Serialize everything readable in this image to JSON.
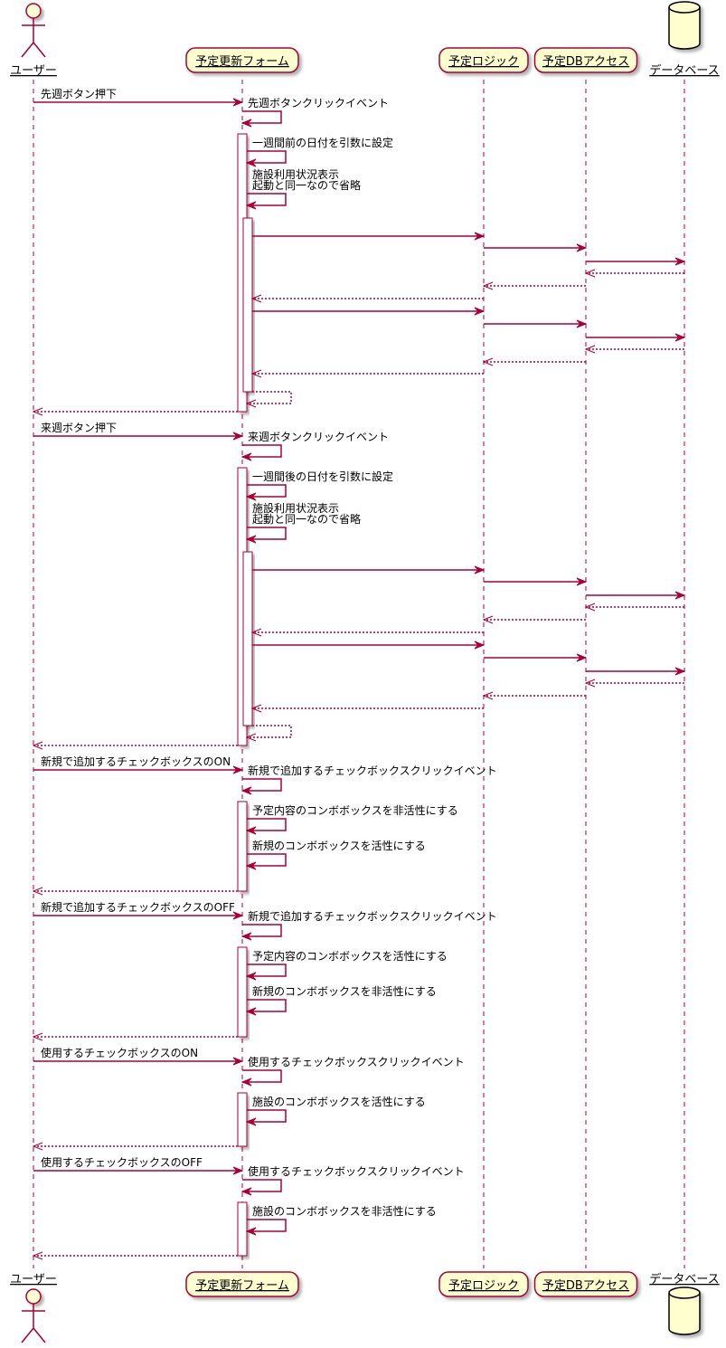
{
  "participants": [
    {
      "id": "user",
      "label": "ユーザー",
      "kind": "actor"
    },
    {
      "id": "form",
      "label": "予定更新フォーム",
      "kind": "participant"
    },
    {
      "id": "logic",
      "label": "予定ロジック",
      "kind": "participant"
    },
    {
      "id": "dba",
      "label": "予定DBアクセス",
      "kind": "participant"
    },
    {
      "id": "db",
      "label": "データベース",
      "kind": "database"
    }
  ],
  "messages": [
    {
      "from": "user",
      "to": "form",
      "label": "先週ボタン押下",
      "style": "sync"
    },
    {
      "from": "form",
      "to": "form",
      "label": "先週ボタンクリックイベント",
      "style": "sync"
    },
    {
      "from": "form",
      "to": "form",
      "label": "一週間前の日付を引数に設定",
      "style": "sync"
    },
    {
      "from": "form",
      "to": "form",
      "label": "施設利用状況表示\n起動と同一なので省略",
      "style": "sync"
    },
    {
      "from": "form",
      "to": "logic",
      "label": "",
      "style": "sync"
    },
    {
      "from": "logic",
      "to": "dba",
      "label": "",
      "style": "sync"
    },
    {
      "from": "dba",
      "to": "db",
      "label": "",
      "style": "sync"
    },
    {
      "from": "db",
      "to": "dba",
      "label": "",
      "style": "return"
    },
    {
      "from": "dba",
      "to": "logic",
      "label": "",
      "style": "return"
    },
    {
      "from": "logic",
      "to": "form",
      "label": "",
      "style": "return"
    },
    {
      "from": "form",
      "to": "logic",
      "label": "",
      "style": "sync"
    },
    {
      "from": "logic",
      "to": "dba",
      "label": "",
      "style": "sync"
    },
    {
      "from": "dba",
      "to": "db",
      "label": "",
      "style": "sync"
    },
    {
      "from": "db",
      "to": "dba",
      "label": "",
      "style": "return"
    },
    {
      "from": "dba",
      "to": "logic",
      "label": "",
      "style": "return"
    },
    {
      "from": "logic",
      "to": "form",
      "label": "",
      "style": "return"
    },
    {
      "from": "form",
      "to": "form",
      "label": "",
      "style": "return"
    },
    {
      "from": "form",
      "to": "user",
      "label": "",
      "style": "return"
    },
    {
      "from": "user",
      "to": "form",
      "label": "来週ボタン押下",
      "style": "sync"
    },
    {
      "from": "form",
      "to": "form",
      "label": "来週ボタンクリックイベント",
      "style": "sync"
    },
    {
      "from": "form",
      "to": "form",
      "label": "一週間後の日付を引数に設定",
      "style": "sync"
    },
    {
      "from": "form",
      "to": "form",
      "label": "施設利用状況表示\n起動と同一なので省略",
      "style": "sync"
    },
    {
      "from": "form",
      "to": "logic",
      "label": "",
      "style": "sync"
    },
    {
      "from": "logic",
      "to": "dba",
      "label": "",
      "style": "sync"
    },
    {
      "from": "dba",
      "to": "db",
      "label": "",
      "style": "sync"
    },
    {
      "from": "db",
      "to": "dba",
      "label": "",
      "style": "return"
    },
    {
      "from": "dba",
      "to": "logic",
      "label": "",
      "style": "return"
    },
    {
      "from": "logic",
      "to": "form",
      "label": "",
      "style": "return"
    },
    {
      "from": "form",
      "to": "logic",
      "label": "",
      "style": "sync"
    },
    {
      "from": "logic",
      "to": "dba",
      "label": "",
      "style": "sync"
    },
    {
      "from": "dba",
      "to": "db",
      "label": "",
      "style": "sync"
    },
    {
      "from": "db",
      "to": "dba",
      "label": "",
      "style": "return"
    },
    {
      "from": "dba",
      "to": "logic",
      "label": "",
      "style": "return"
    },
    {
      "from": "logic",
      "to": "form",
      "label": "",
      "style": "return"
    },
    {
      "from": "form",
      "to": "form",
      "label": "",
      "style": "return"
    },
    {
      "from": "form",
      "to": "user",
      "label": "",
      "style": "return"
    },
    {
      "from": "user",
      "to": "form",
      "label": "新規で追加するチェックボックスのON",
      "style": "sync"
    },
    {
      "from": "form",
      "to": "form",
      "label": "新規で追加するチェックボックスクリックイベント",
      "style": "sync"
    },
    {
      "from": "form",
      "to": "form",
      "label": "予定内容のコンボボックスを非活性にする",
      "style": "sync"
    },
    {
      "from": "form",
      "to": "form",
      "label": "新規のコンボボックスを活性にする",
      "style": "sync"
    },
    {
      "from": "form",
      "to": "user",
      "label": "",
      "style": "return"
    },
    {
      "from": "user",
      "to": "form",
      "label": "新規で追加するチェックボックスのOFF",
      "style": "sync"
    },
    {
      "from": "form",
      "to": "form",
      "label": "新規で追加するチェックボックスクリックイベント",
      "style": "sync"
    },
    {
      "from": "form",
      "to": "form",
      "label": "予定内容のコンボボックスを活性にする",
      "style": "sync"
    },
    {
      "from": "form",
      "to": "form",
      "label": "新規のコンボボックスを非活性にする",
      "style": "sync"
    },
    {
      "from": "form",
      "to": "user",
      "label": "",
      "style": "return"
    },
    {
      "from": "user",
      "to": "form",
      "label": "使用するチェックボックスのON",
      "style": "sync"
    },
    {
      "from": "form",
      "to": "form",
      "label": "使用するチェックボックスクリックイベント",
      "style": "sync"
    },
    {
      "from": "form",
      "to": "form",
      "label": "施設のコンボボックスを活性にする",
      "style": "sync"
    },
    {
      "from": "form",
      "to": "user",
      "label": "",
      "style": "return"
    },
    {
      "from": "user",
      "to": "form",
      "label": "使用するチェックボックスのOFF",
      "style": "sync"
    },
    {
      "from": "form",
      "to": "form",
      "label": "使用するチェックボックスクリックイベント",
      "style": "sync"
    },
    {
      "from": "form",
      "to": "form",
      "label": "施設のコンボボックスを非活性にする",
      "style": "sync"
    },
    {
      "from": "form",
      "to": "user",
      "label": "",
      "style": "return"
    }
  ],
  "colors": {
    "arrow": "#a80036",
    "box_fill": "#fefece",
    "box_border": "#a80036",
    "lifeline": "#a80036",
    "activation_fill": "#ffffff",
    "text": "#000000"
  }
}
